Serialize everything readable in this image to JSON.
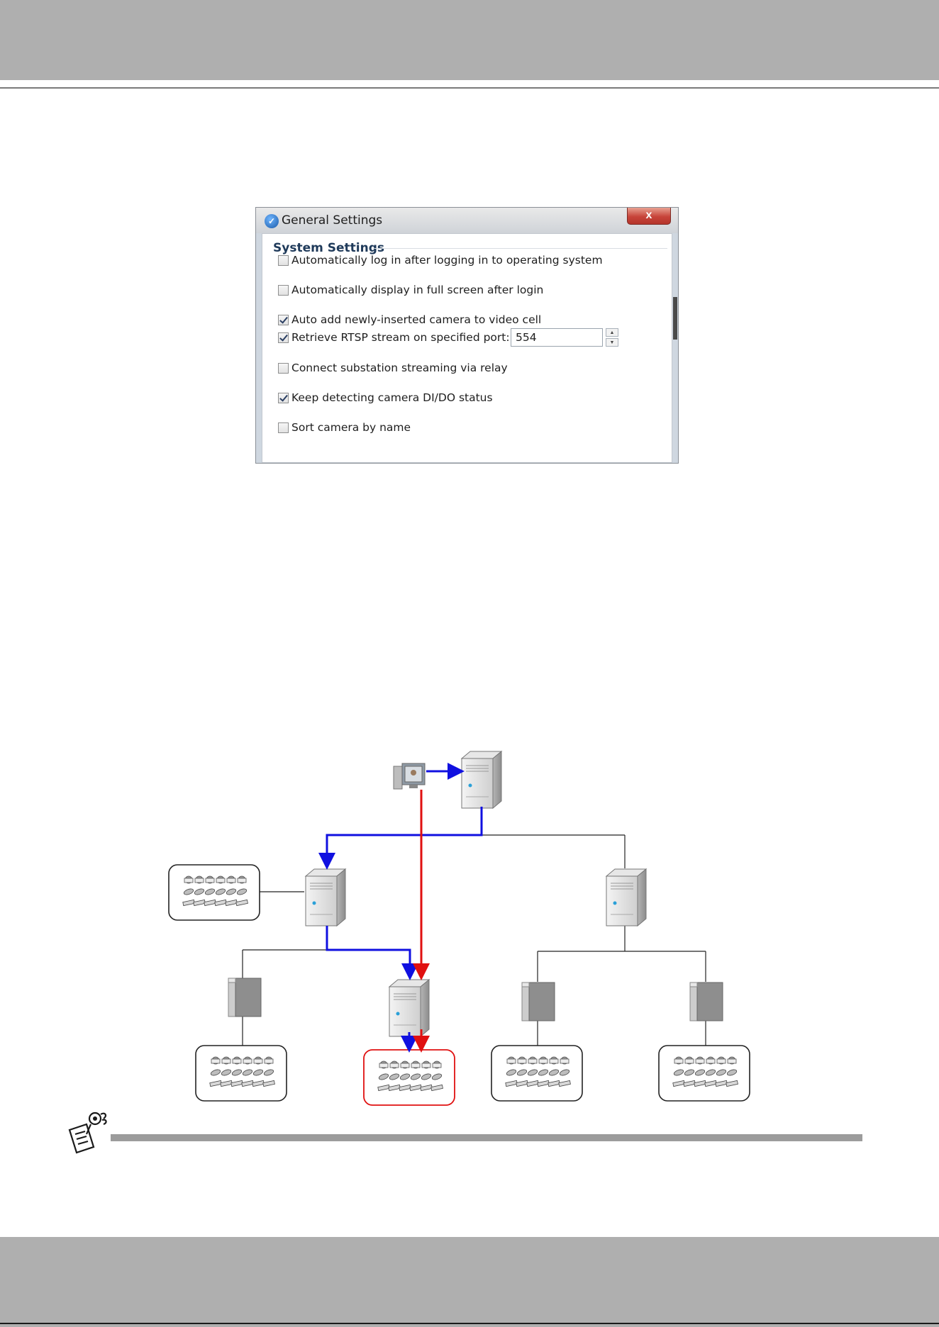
{
  "dialog": {
    "title": "General Settings",
    "close_label": "x",
    "section_title": "System Settings",
    "options": [
      {
        "label": "Automatically log in after logging in to operating system",
        "checked": false
      },
      {
        "label": "Automatically display in full screen after login",
        "checked": false
      },
      {
        "label": "Auto add newly-inserted camera to video cell",
        "checked": true
      },
      {
        "label": "Retrieve RTSP stream on specified port:",
        "checked": true
      },
      {
        "label": "Connect substation streaming via relay",
        "checked": false
      },
      {
        "label": "Keep detecting camera DI/DO status",
        "checked": true
      },
      {
        "label": "Sort camera by name",
        "checked": false
      }
    ],
    "rtsp_port": "554"
  },
  "diagram": {
    "colors": {
      "client_path": "#1010e0",
      "relay_path": "#e01010",
      "line": "#222222"
    },
    "icons": [
      "client-workstation-icon",
      "server-icon",
      "camera-group-icon"
    ]
  },
  "note": {
    "icon": "note-pen-icon"
  }
}
